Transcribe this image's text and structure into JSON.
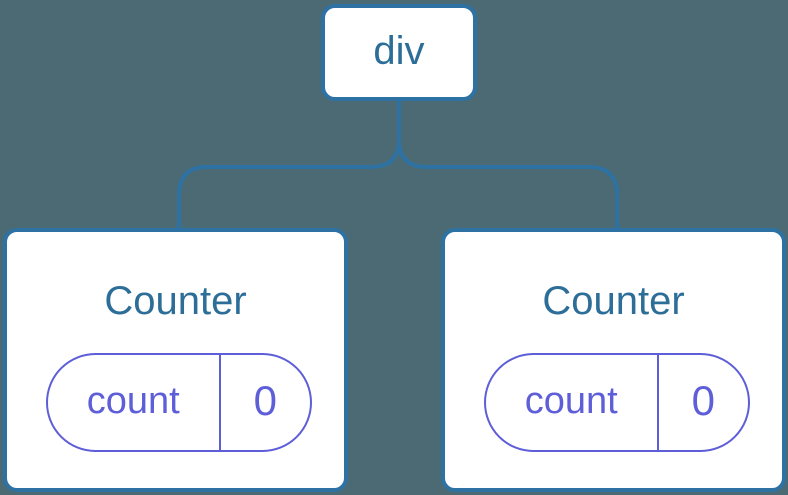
{
  "diagram": {
    "root": {
      "label": "div"
    },
    "children": [
      {
        "title": "Counter",
        "state": {
          "key": "count",
          "value": "0"
        }
      },
      {
        "title": "Counter",
        "state": {
          "key": "count",
          "value": "0"
        }
      }
    ],
    "colors": {
      "background": "#4b6a73",
      "line_blue": "#2d72a3",
      "text_blue": "#2d6e99",
      "state_purple": "#5e5ed8",
      "card_fill": "#ffffff"
    }
  }
}
